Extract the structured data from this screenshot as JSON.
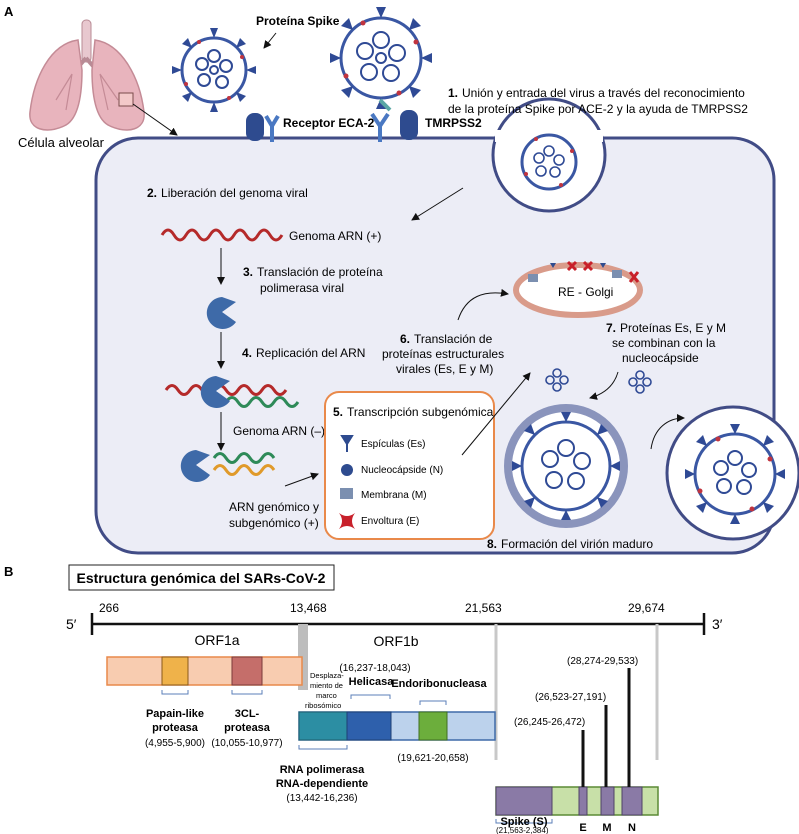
{
  "panel_a": {
    "label": "A",
    "spike_protein": "Proteína Spike",
    "alveolar_cell": "Célula alveolar",
    "receptor": "Receptor ECA-2",
    "tmprss2": "TMRPSS2",
    "step1_num": "1.",
    "step1_line1": "Unión y entrada del virus a través del reconocimiento",
    "step1_line2": "de la proteína Spike por ACE-2 y la ayuda de TMRPSS2",
    "step2_num": "2.",
    "step2": "Liberación del genoma viral",
    "genome_pos": "Genoma ARN (+)",
    "step3_num": "3.",
    "step3_line1": "Translación de proteína",
    "step3_line2": "polimerasa viral",
    "step4_num": "4.",
    "step4": "Replicación del ARN",
    "genome_neg": "Genoma ARN (–)",
    "genomic_line1": "ARN genómico y",
    "genomic_line2": "subgenómico (+)",
    "step5_num": "5.",
    "step5": "Transcripción subgenómica",
    "legend": [
      {
        "label": "Espículas (Es)",
        "icon": "spike-icon"
      },
      {
        "label": "Nucleocápside (N)",
        "icon": "nucleocapsid-icon"
      },
      {
        "label": "Membrana (M)",
        "icon": "membrane-icon"
      },
      {
        "label": "Envoltura (E)",
        "icon": "envelope-icon"
      }
    ],
    "step6_num": "6.",
    "step6_line1": "Translación de",
    "step6_line2": "proteínas estructurales",
    "step6_line3": "virales (Es, E y M)",
    "re_golgi": "RE - Golgi",
    "step7_num": "7.",
    "step7_line1": "Proteínas Es, E y M",
    "step7_line2": "se combinan con la",
    "step7_line3": "nucleocápside",
    "step8_num": "8.",
    "step8": "Formación del virión maduro"
  },
  "panel_b": {
    "label": "B",
    "title": "Estructura genómica del SARs-CoV-2",
    "five_prime": "5′",
    "three_prime": "3′",
    "positions": [
      "266",
      "13,468",
      "21,563",
      "29,674"
    ],
    "orf1a": "ORF1a",
    "orf1b": "ORF1b",
    "papain_line1": "Papain-like",
    "papain_line2": "proteasa",
    "papain_range": "(4,955-5,900)",
    "cl3_line1": "3CL-",
    "cl3_line2": "proteasa",
    "cl3_range": "(10,055-10,977)",
    "frameshift_line1": "Desplaza-",
    "frameshift_line2": "miento de",
    "frameshift_line3": "marco",
    "frameshift_line4": "ribosómico",
    "helicase_range": "(16,237-18,043)",
    "helicase": "Helicasa",
    "endo": "Endoribonucleasa",
    "endo_range": "(19,621-20,658)",
    "rdrp_line1": "RNA polimerasa",
    "rdrp_line2": "RNA-dependiente",
    "rdrp_range": "(13,442-16,236)",
    "n_range": "(28,274-29,533)",
    "m_range": "(26,523-27,191)",
    "e_range": "(26,245-26,472)",
    "spike_label": "Spike (S)",
    "spike_range": "(21,563-2,384)",
    "gene_e": "E",
    "gene_m": "M",
    "gene_n": "N"
  }
}
